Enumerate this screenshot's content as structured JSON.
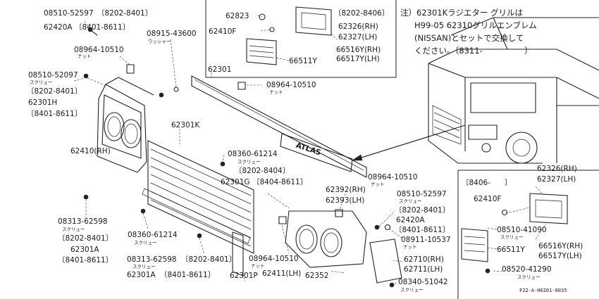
{
  "labels": {
    "l01": "08510-52597",
    "l02": "〔8202-8401〕",
    "l03": "62420A",
    "l04": "〔8401-8611〕",
    "l05": "08915-43600",
    "l06": "ワッシャー",
    "l07": "08964-10510",
    "l08": "ナット",
    "l09": "08510-52097",
    "l10": "スクリュー",
    "l11": "〔8202-8401〕",
    "l12": "62301H",
    "l13": "〔8401-8611〕",
    "l14": "62410(RH)",
    "l15": "62301",
    "l16": "08964-10510",
    "l17": "ナット",
    "l18": "62301K",
    "l19": "08360-61214",
    "l20": "スクリュー",
    "l21": "〔8202-8404〕",
    "l22": "62301G",
    "l23": "〔8404-8611〕",
    "l24": "08313-62598",
    "l25": "スクリュー",
    "l26": "〔8202-8401〕",
    "l27": "62301A",
    "l28": "〔8401-8611〕",
    "l29": "08360-61214",
    "l30": "スクリュー",
    "l31": "08313-62598",
    "l32": "スクリュー",
    "l33": "〔8202-8401〕",
    "l34": "62301A",
    "l35": "〔8401-8611〕",
    "l36": "62301P",
    "l37": "08964-10510",
    "l38": "ナット",
    "l39": "62411(LH)",
    "l40": "62392(RH)",
    "l41": "62393(LH)",
    "l42": "08964-10510",
    "l43": "ナット",
    "l44": "08510-52597",
    "l45": "スクリュー",
    "l46": "〔8202-8401〕",
    "l47": "62420A",
    "l48": "〔8401-8611〕",
    "l49": "08911-10537",
    "l50": "ナット",
    "l51": "62710(RH)",
    "l52": "62711(LH)",
    "l53": "62352",
    "l54": "08340-51042",
    "l55": "スクリュー",
    "l56": "62823",
    "l57": "62410F",
    "l58": "〔8202-8406〕",
    "l59": "62326(RH)",
    "l60": "62327(LH)",
    "l61": "66516Y(RH)",
    "l62": "66517Y(LH)",
    "l63": "66511Y",
    "l64": "〔8406-",
    "l65": "〕",
    "l66": "62326(RH)",
    "l67": "62327(LH)",
    "l68": "62410F",
    "l69": "08510-41090",
    "l70": "スクリュー",
    "l71": "66511Y",
    "l72": "66516Y(RH)",
    "l73": "66517Y(LH)",
    "l74": "08520-41290",
    "l75": "スクリュー",
    "emblem": "ATLAS"
  },
  "note": {
    "line1": "注）62301Kラジエター グリルは",
    "line2": "H99-05 62310グリルエンブレム",
    "line3": "(NISSAN)とセットで交換して",
    "line4": "ください。〔8311-",
    "line5": "〕"
  },
  "figure_code": "F22-A-H6201-0035"
}
